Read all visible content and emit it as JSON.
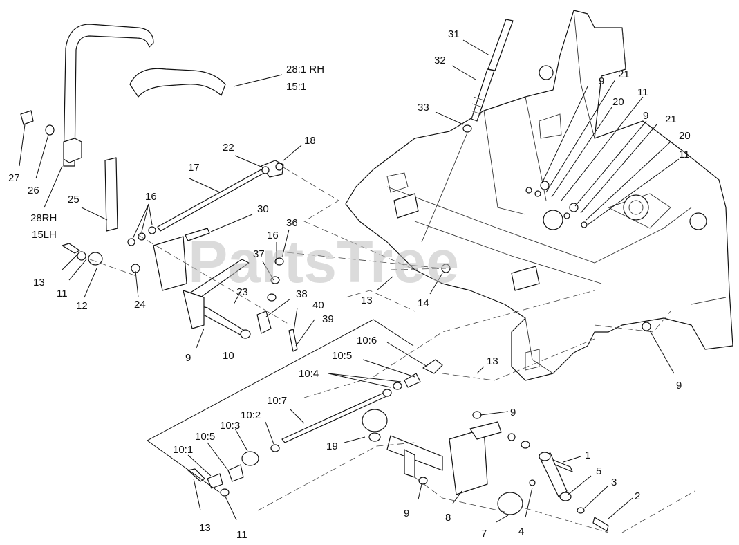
{
  "diagram": {
    "watermark": "PartsTree",
    "callouts": [
      {
        "id": "c31",
        "text": "31"
      },
      {
        "id": "c32",
        "text": "32"
      },
      {
        "id": "c33",
        "text": "33"
      },
      {
        "id": "c28rh",
        "text": "28:1 RH"
      },
      {
        "id": "c15",
        "text": "15:1"
      },
      {
        "id": "c27",
        "text": "27"
      },
      {
        "id": "c26",
        "text": "26"
      },
      {
        "id": "c28",
        "text": "28RH"
      },
      {
        "id": "c15lh",
        "text": "15LH"
      },
      {
        "id": "c22",
        "text": "22"
      },
      {
        "id": "c18",
        "text": "18"
      },
      {
        "id": "c17",
        "text": "17"
      },
      {
        "id": "c25",
        "text": "25"
      },
      {
        "id": "c16a",
        "text": "16"
      },
      {
        "id": "c30",
        "text": "30"
      },
      {
        "id": "c36",
        "text": "36"
      },
      {
        "id": "c16b",
        "text": "16"
      },
      {
        "id": "c37",
        "text": "37"
      },
      {
        "id": "c13a",
        "text": "13"
      },
      {
        "id": "c11a",
        "text": "11"
      },
      {
        "id": "c12",
        "text": "12"
      },
      {
        "id": "c24",
        "text": "24"
      },
      {
        "id": "c23",
        "text": "23"
      },
      {
        "id": "c38",
        "text": "38"
      },
      {
        "id": "c40",
        "text": "40"
      },
      {
        "id": "c39",
        "text": "39"
      },
      {
        "id": "c9a",
        "text": "9"
      },
      {
        "id": "c10",
        "text": "10"
      },
      {
        "id": "c13b",
        "text": "13"
      },
      {
        "id": "c14",
        "text": "14"
      },
      {
        "id": "c9b",
        "text": "9"
      },
      {
        "id": "c21a",
        "text": "21"
      },
      {
        "id": "c20a",
        "text": "20"
      },
      {
        "id": "c11b",
        "text": "11"
      },
      {
        "id": "c9c",
        "text": "9"
      },
      {
        "id": "c21b",
        "text": "21"
      },
      {
        "id": "c20b",
        "text": "20"
      },
      {
        "id": "c11c",
        "text": "11"
      },
      {
        "id": "c106",
        "text": "10:6"
      },
      {
        "id": "c105a",
        "text": "10:5"
      },
      {
        "id": "c104",
        "text": "10:4"
      },
      {
        "id": "c13c",
        "text": "13"
      },
      {
        "id": "c9d",
        "text": "9"
      },
      {
        "id": "c107",
        "text": "10:7"
      },
      {
        "id": "c102",
        "text": "10:2"
      },
      {
        "id": "c103",
        "text": "10:3"
      },
      {
        "id": "c105b",
        "text": "10:5"
      },
      {
        "id": "c101",
        "text": "10:1"
      },
      {
        "id": "c19",
        "text": "19"
      },
      {
        "id": "c9e",
        "text": "9"
      },
      {
        "id": "c1",
        "text": "1"
      },
      {
        "id": "c5",
        "text": "5"
      },
      {
        "id": "c3",
        "text": "3"
      },
      {
        "id": "c2",
        "text": "2"
      },
      {
        "id": "c13d",
        "text": "13"
      },
      {
        "id": "c11d",
        "text": "11"
      },
      {
        "id": "c9f",
        "text": "9"
      },
      {
        "id": "c8",
        "text": "8"
      },
      {
        "id": "c7",
        "text": "7"
      },
      {
        "id": "c4",
        "text": "4"
      }
    ]
  }
}
